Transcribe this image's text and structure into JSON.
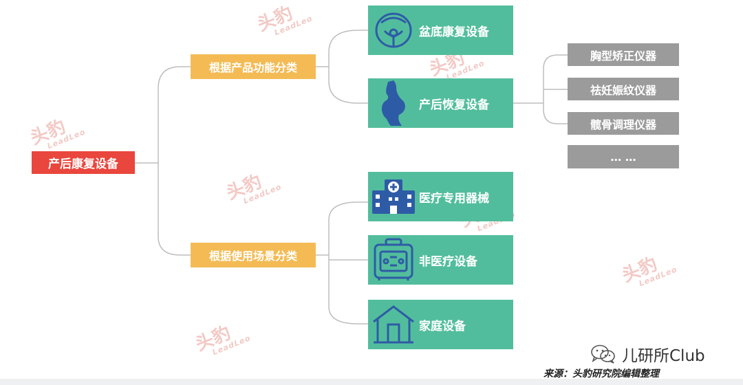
{
  "root": {
    "label": "产后康复设备"
  },
  "categories": [
    {
      "label": "根据产品功能分类"
    },
    {
      "label": "根据使用场景分类"
    }
  ],
  "devices": [
    {
      "label": "盆底康复设备",
      "icon": "pelvis-icon"
    },
    {
      "label": "产后恢复设备",
      "icon": "pregnant-woman-icon"
    },
    {
      "label": "医疗专用器械",
      "icon": "hospital-icon"
    },
    {
      "label": "非医疗设备",
      "icon": "device-icon"
    },
    {
      "label": "家庭设备",
      "icon": "house-icon"
    }
  ],
  "leaves": [
    {
      "label": "胸型矫正仪器"
    },
    {
      "label": "祛妊娠纹仪器"
    },
    {
      "label": "髋骨调理仪器"
    },
    {
      "label": "… …"
    }
  ],
  "watermark": {
    "cn": "头豹",
    "en": "LeadLeo"
  },
  "brand": {
    "text": "儿研所Club"
  },
  "source": {
    "text": "来源：头豹研究院编辑整理"
  },
  "colors": {
    "root": "#e9463d",
    "category": "#f4bb55",
    "device": "#52bd9c",
    "leaf": "#9b9b9b",
    "icon": "#2e5ba6"
  }
}
